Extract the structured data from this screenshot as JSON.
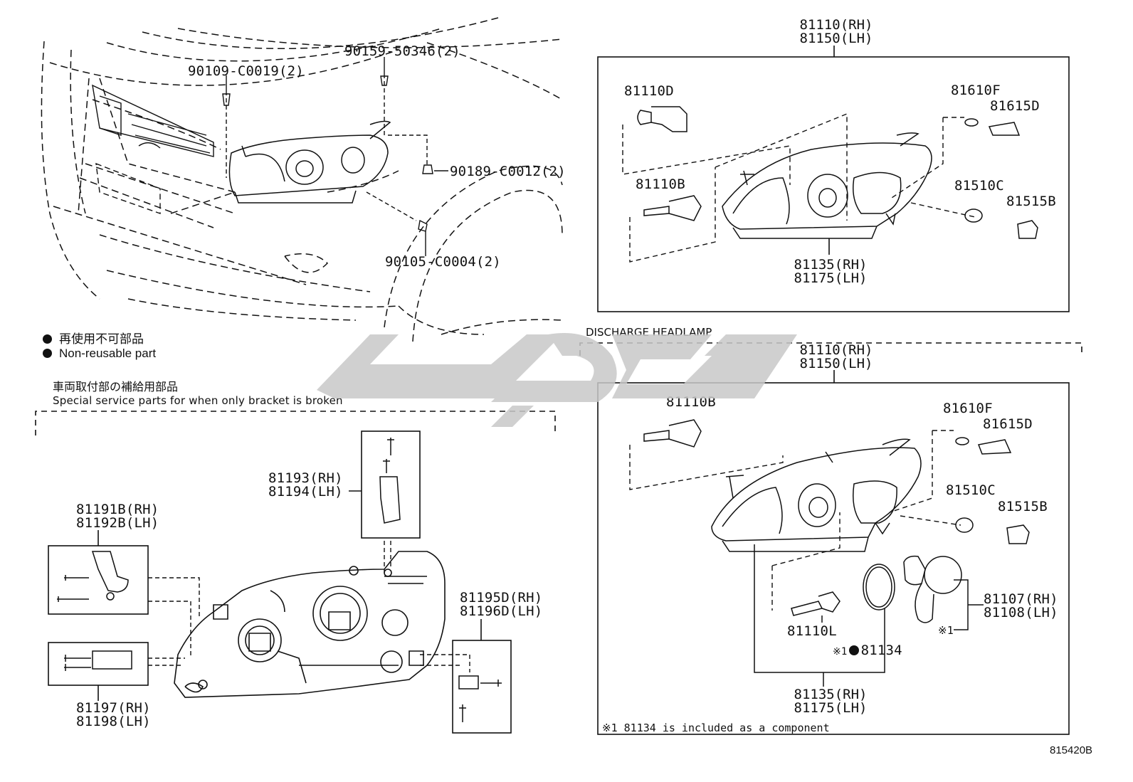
{
  "legend": {
    "jp": "再使用不可部品",
    "en": "Non-reusable part"
  },
  "service": {
    "jp": "車両取付部の補給用部品",
    "en": "Special service parts for when only bracket is broken"
  },
  "discharge_title": "DISCHARGE HEADLAMP",
  "footnote": "※1 81134 is included as a component",
  "figure_id": "815420B",
  "labels": {
    "p90109": "90109-C0019(2)",
    "p90159": "90159-50346(2)",
    "p90189": "90189-C0012(2)",
    "p90105": "90105-C0004(2)",
    "top_rh": "81110(RH)",
    "top_lh": "81150(LH)",
    "top_81110d": "81110D",
    "top_81110b": "81110B",
    "top_81610f": "81610F",
    "top_81615d": "81615D",
    "top_81510c": "81510C",
    "top_81515b": "81515B",
    "top_81135": "81135(RH)",
    "top_81175": "81175(LH)",
    "dis_rh": "81110(RH)",
    "dis_lh": "81150(LH)",
    "dis_81110b": "81110B",
    "dis_81610f": "81610F",
    "dis_81615d": "81615D",
    "dis_81510c": "81510C",
    "dis_81515b": "81515B",
    "dis_81107": "81107(RH)",
    "dis_81108": "81108(LH)",
    "dis_mark1": "※1",
    "dis_81110l": "81110L",
    "dis_81134_mark": "※1",
    "dis_81134": "81134",
    "dis_81135": "81135(RH)",
    "dis_81175": "81175(LH)",
    "p81193": "81193(RH)",
    "p81194": "81194(LH)",
    "p81191b": "81191B(RH)",
    "p81192b": "81192B(LH)",
    "p81195d": "81195D(RH)",
    "p81196d": "81196D(LH)",
    "p81197": "81197(RH)",
    "p81198": "81198(LH)"
  },
  "colors": {
    "line": "#111111",
    "watermark": "#c8c8c8"
  }
}
